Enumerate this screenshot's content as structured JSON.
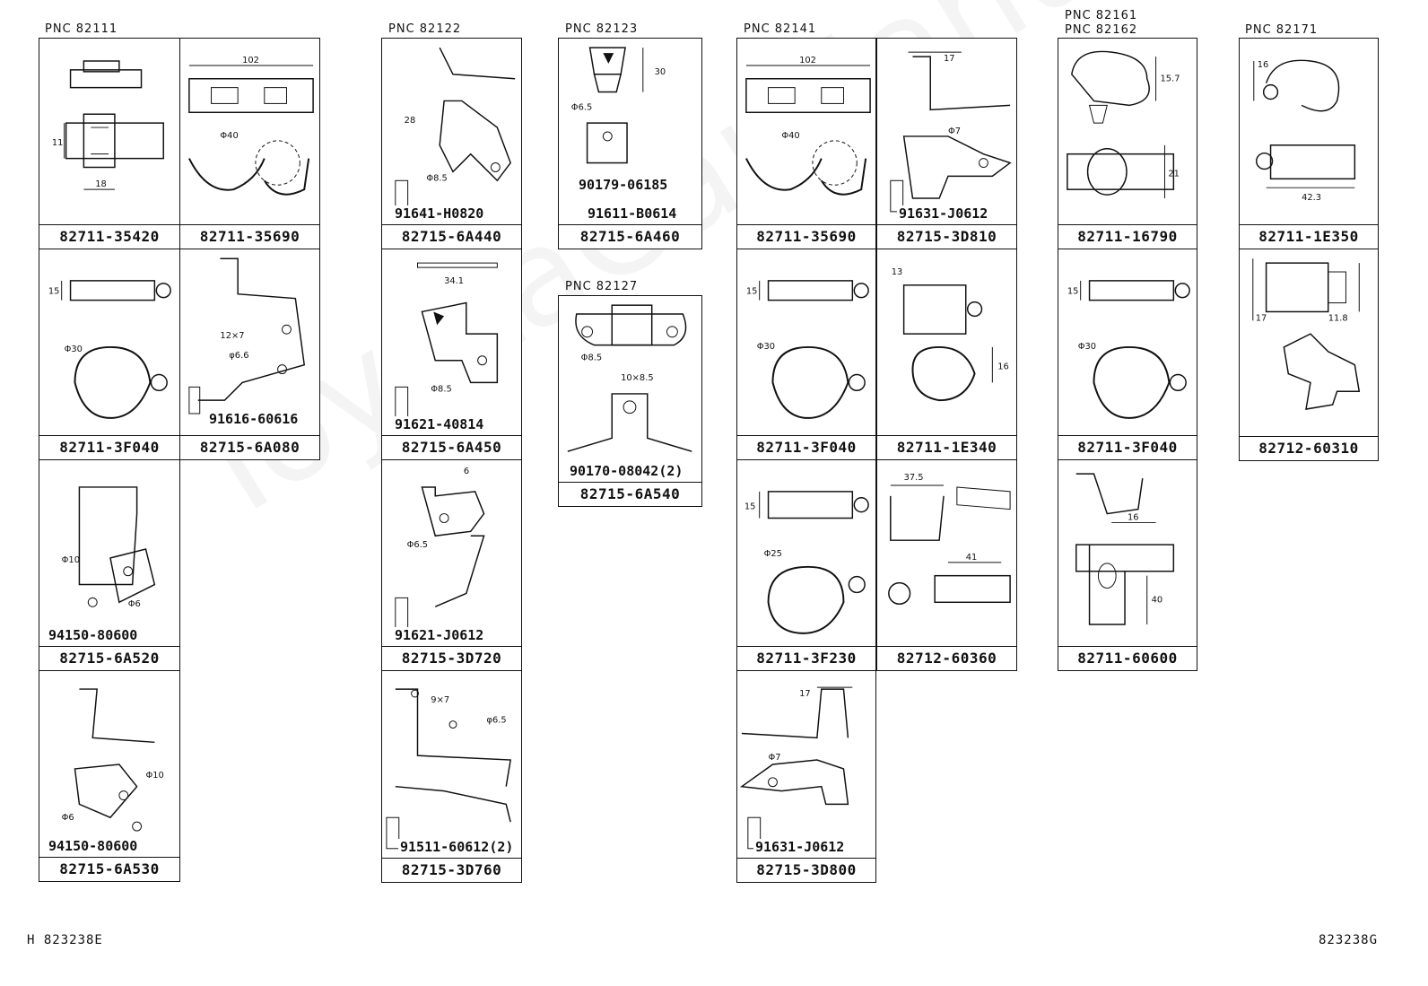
{
  "pnc_labels": {
    "p82111": "PNC  82111",
    "p82122": "PNC  82122",
    "p82123": "PNC  82123",
    "p82127": "PNC  82127",
    "p82141": "PNC  82141",
    "p82161": "PNC  82161",
    "p82162": "PNC  82162",
    "p82171": "PNC  82171"
  },
  "cells": {
    "c1a": {
      "part": "82711-35420",
      "dims": [
        "11",
        "18"
      ]
    },
    "c1b": {
      "part": "82711-35690",
      "dims": [
        "102",
        "Φ40"
      ]
    },
    "c1c": {
      "part": "82711-3F040",
      "dims": [
        "15",
        "Φ30"
      ]
    },
    "c1d": {
      "part": "82715-6A080",
      "dims": [
        "12×7",
        "φ6.6"
      ],
      "sub": "91616-60616"
    },
    "c1e": {
      "part": "82715-6A520",
      "dims": [
        "Φ10",
        "Φ6"
      ],
      "sub": "94150-80600"
    },
    "c1f": {
      "part": "82715-6A530",
      "dims": [
        "Φ10",
        "Φ6"
      ],
      "sub": "94150-80600"
    },
    "c2a": {
      "part": "82715-6A440",
      "dims": [
        "28",
        "Φ8.5"
      ],
      "sub": "91641-H0820"
    },
    "c2b": {
      "part": "82715-6A450",
      "dims": [
        "34.1",
        "Φ8.5"
      ],
      "sub": "91621-40814"
    },
    "c2c": {
      "part": "82715-3D720",
      "dims": [
        "6",
        "Φ6.5"
      ],
      "sub": "91621-J0612"
    },
    "c2d": {
      "part": "82715-3D760",
      "dims": [
        "9×7",
        "φ6.5"
      ],
      "sub": "91511-60612(2)"
    },
    "c3a": {
      "part": "82715-6A460",
      "dims": [
        "30",
        "Φ6.5"
      ],
      "subs": [
        "90179-06185",
        "91611-B0614"
      ]
    },
    "c3b": {
      "part": "82715-6A540",
      "dims": [
        "Φ8.5",
        "10×8.5"
      ],
      "sub": "90170-08042(2)"
    },
    "c4a": {
      "part": "82711-35690",
      "dims": [
        "102",
        "Φ40"
      ]
    },
    "c4b": {
      "part": "82715-3D810",
      "dims": [
        "17",
        "Φ7"
      ],
      "sub": "91631-J0612"
    },
    "c4c": {
      "part": "82711-3F040",
      "dims": [
        "15",
        "Φ30"
      ]
    },
    "c4d": {
      "part": "82711-1E340",
      "dims": [
        "13",
        "16"
      ]
    },
    "c4e": {
      "part": "82711-3F230",
      "dims": [
        "15",
        "Φ25"
      ]
    },
    "c4f": {
      "part": "82712-60360",
      "dims": [
        "37.5",
        "41"
      ]
    },
    "c4g": {
      "part": "82715-3D800",
      "dims": [
        "17",
        "Φ7"
      ],
      "sub": "91631-J0612"
    },
    "c5a": {
      "part": "82711-16790",
      "dims": [
        "15.7",
        "21"
      ]
    },
    "c5b": {
      "part": "82711-3F040",
      "dims": [
        "15",
        "Φ30"
      ]
    },
    "c5c": {
      "part": "82711-60600",
      "dims": [
        "16",
        "40"
      ]
    },
    "c6a": {
      "part": "82711-1E350",
      "dims": [
        "16",
        "42.3"
      ]
    },
    "c6b": {
      "part": "82712-60310",
      "dims": [
        "17",
        "11.8"
      ]
    }
  },
  "footer": {
    "left_ref": "H 823238E",
    "right_ref": "823238G"
  },
  "watermark": "ToyotaCarManuals"
}
